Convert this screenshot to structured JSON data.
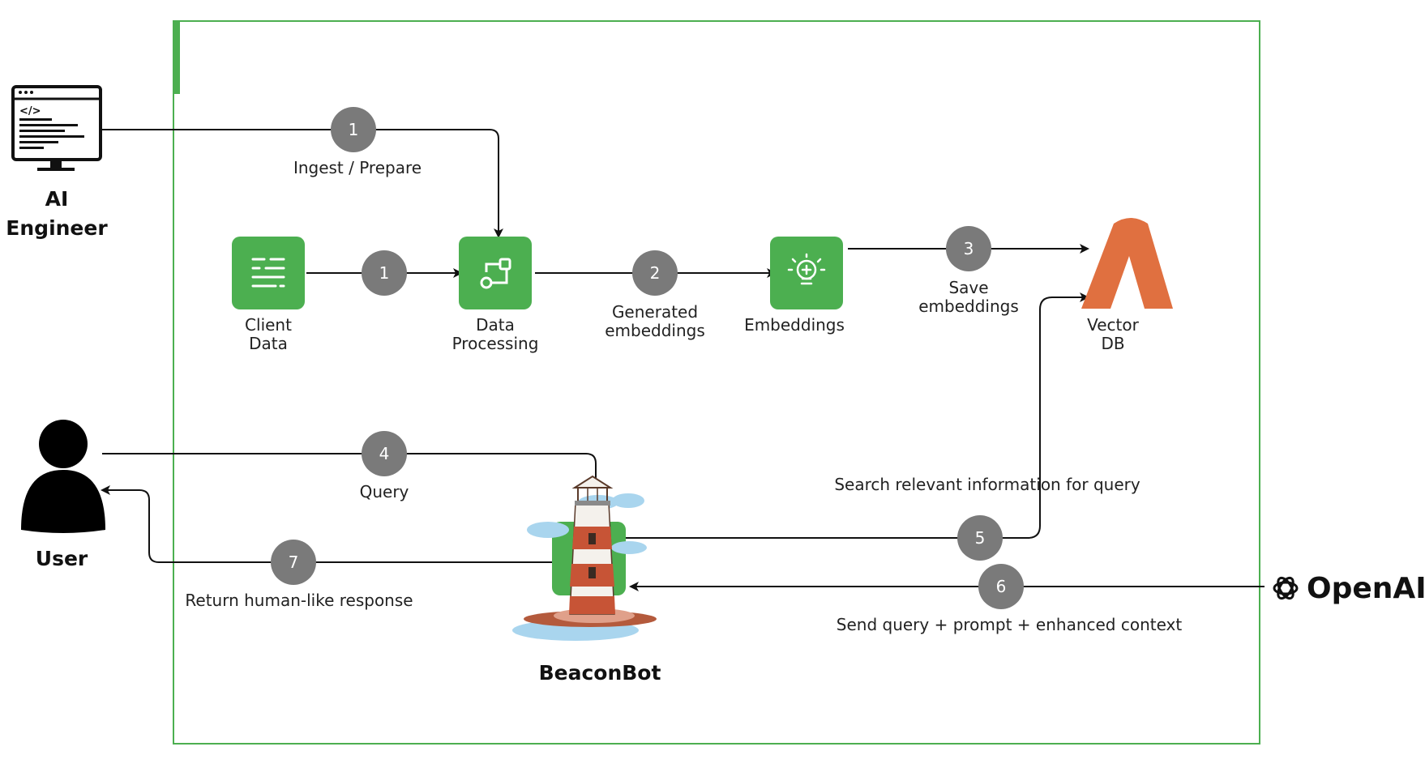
{
  "colors": {
    "frame": "#4caf50",
    "node_fill": "#4caf50",
    "step_circle": "#7a7a7a",
    "vector_db": "#e07040",
    "line": "#111111"
  },
  "actors": {
    "ai_engineer": {
      "line1": "AI",
      "line2": "Engineer",
      "icon": "computer-code-icon"
    },
    "user": {
      "label": "User",
      "icon": "person-icon"
    },
    "beaconbot": {
      "label": "BeaconBot",
      "icon": "lighthouse-icon"
    },
    "openai": {
      "label": "OpenAI",
      "icon": "openai-logo-icon"
    }
  },
  "nodes": {
    "client_data": {
      "line1": "Client",
      "line2": "Data",
      "icon": "document-lines-icon"
    },
    "data_processing": {
      "line1": "Data",
      "line2": "Processing",
      "icon": "flow-process-icon"
    },
    "embeddings": {
      "label": "Embeddings",
      "icon": "lightbulb-icon"
    },
    "vector_db": {
      "line1": "Vector",
      "line2": "DB",
      "icon": "vector-db-logo-icon"
    }
  },
  "steps": {
    "ingest": {
      "num": "1",
      "label": "Ingest / Prepare"
    },
    "client_to_processing": {
      "num": "1"
    },
    "generated": {
      "num": "2",
      "line1": "Generated",
      "line2": "embeddings"
    },
    "save": {
      "num": "3",
      "line1": "Save",
      "line2": "embeddings"
    },
    "query": {
      "num": "4",
      "label": "Query"
    },
    "search": {
      "num": "5",
      "label": "Search relevant information for query"
    },
    "send": {
      "num": "6",
      "label": "Send query + prompt + enhanced context"
    },
    "return": {
      "num": "7",
      "label": "Return human-like response"
    }
  }
}
